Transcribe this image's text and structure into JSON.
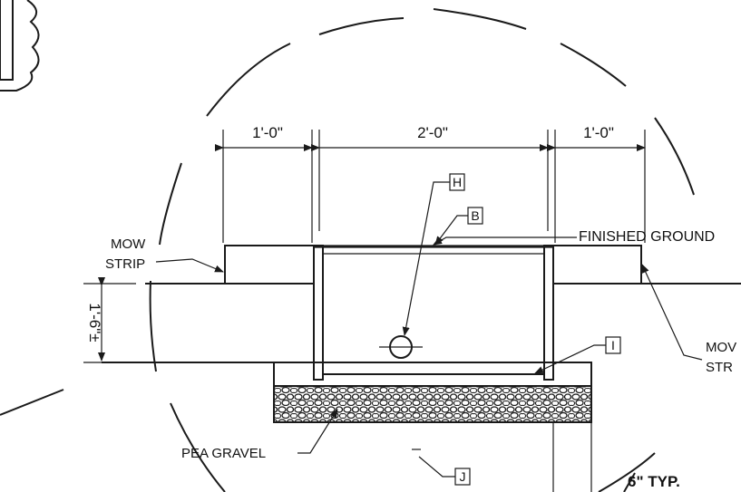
{
  "dimensions": {
    "left_width": "1'-0\"",
    "center_width": "2'-0\"",
    "right_width": "1'-0\"",
    "depth": "1'-6\"±"
  },
  "labels": {
    "mow_strip_left_line1": "MOW",
    "mow_strip_left_line2": "STRIP",
    "mow_strip_right_line1": "MOV",
    "mow_strip_right_line2": "STR",
    "finished_ground": "FINISHED GROUND",
    "pea_gravel": "PEA GRAVEL",
    "thickness_typ": "6\" TYP."
  },
  "callouts": {
    "h": "H",
    "b": "B",
    "i": "I",
    "j": "J"
  },
  "colors": {
    "ink": "#1a1a1a",
    "paper": "#ffffff"
  }
}
